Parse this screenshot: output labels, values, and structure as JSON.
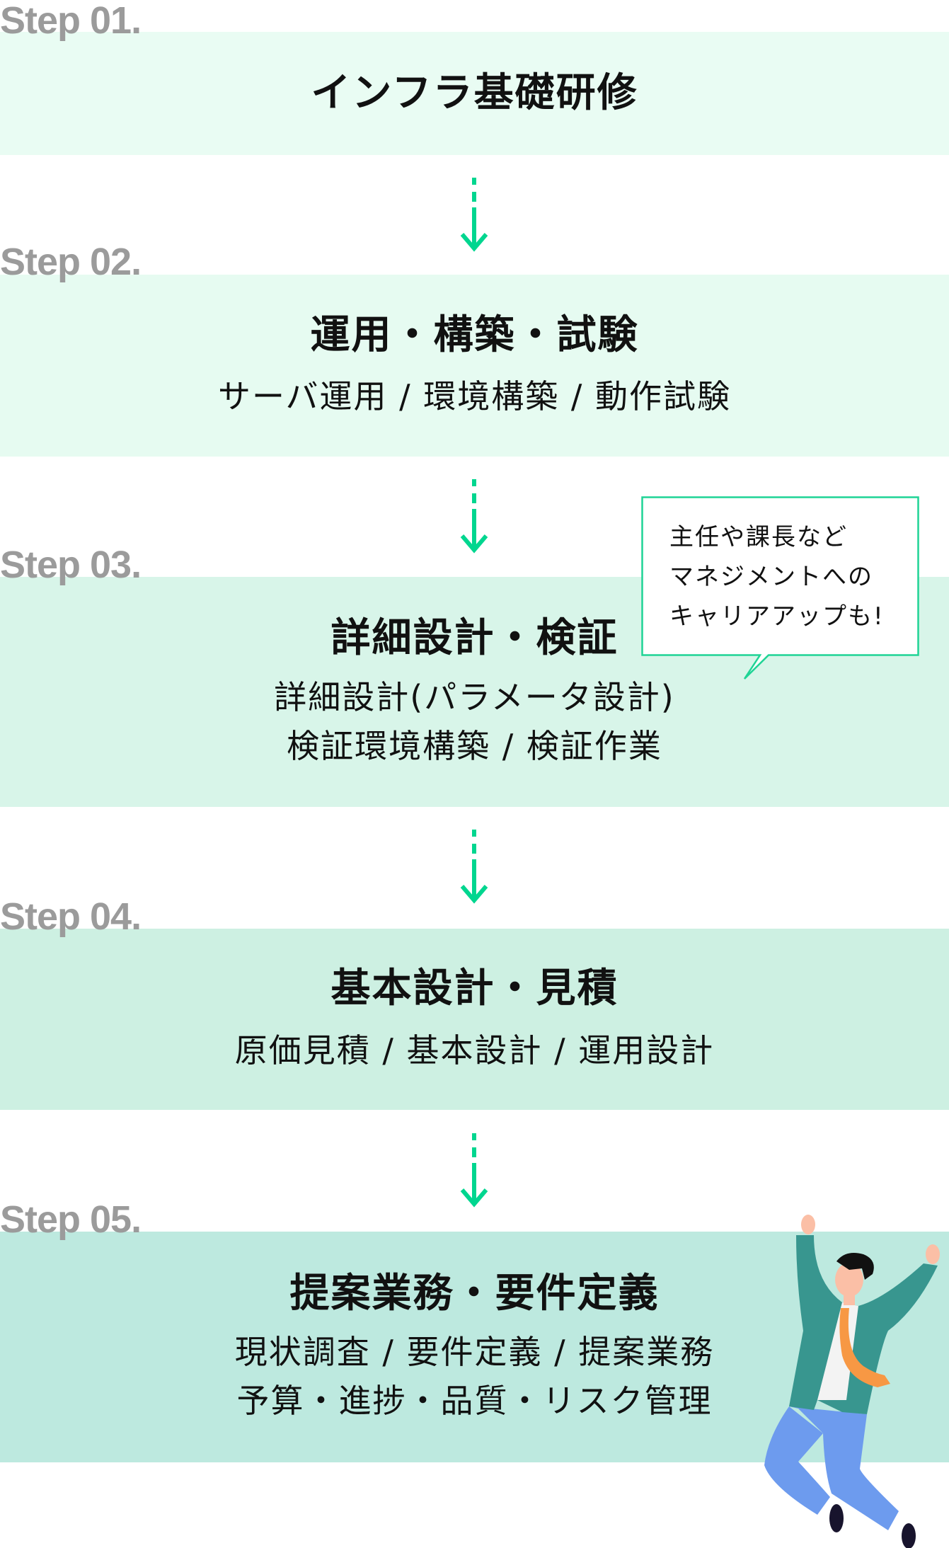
{
  "steps": [
    {
      "label": "Step 01.",
      "title": "インフラ基礎研修",
      "lines": [],
      "color": "#e9fcf3"
    },
    {
      "label": "Step 02.",
      "title": "運用・構築・試験",
      "lines": [
        "サーバ運用 / 環境構築 / 動作試験"
      ],
      "color": "#e6fbf1"
    },
    {
      "label": "Step 03.",
      "title": "詳細設計・検証",
      "lines": [
        "詳細設計(パラメータ設計)",
        "検証環境構築 / 検証作業"
      ],
      "color": "#d8f5e9"
    },
    {
      "label": "Step 04.",
      "title": "基本設計・見積",
      "lines": [
        "原価見積 / 基本設計 / 運用設計"
      ],
      "color": "#cdf0e2"
    },
    {
      "label": "Step 05.",
      "title": "提案業務・要件定義",
      "lines": [
        "現状調査 / 要件定義 / 提案業務",
        "予算・進捗・品質・リスク管理"
      ],
      "color": "#bde9df"
    }
  ],
  "bubble": {
    "text": "主任や課長など\nマネジメントへの\nキャリアアップも!"
  },
  "colors": {
    "arrow": "#00d68f",
    "label": "#9b9b9b"
  }
}
